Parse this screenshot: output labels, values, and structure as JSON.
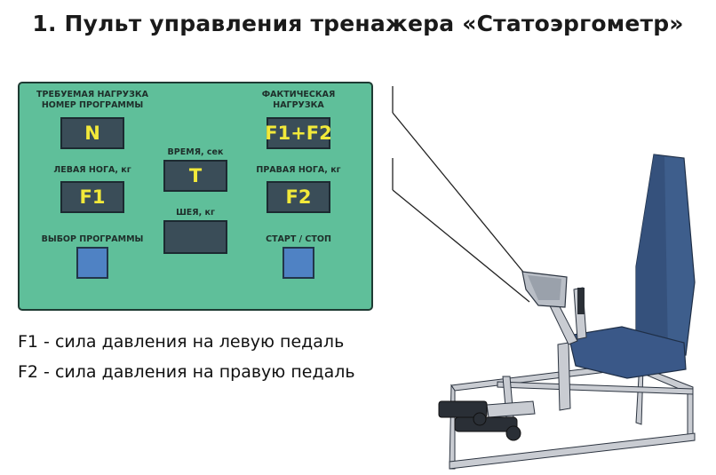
{
  "title": "1. Пульт управления тренажера «Статоэргометр»",
  "panel": {
    "label_required_load": "ТРЕБУЕМАЯ НАГРУЗКА",
    "label_program_number": "НОМЕР ПРОГРАММЫ",
    "display_n": "N",
    "label_actual": "ФАКТИЧЕСКАЯ",
    "label_load": "НАГРУЗКА",
    "display_f1f2": "F1+F2",
    "label_time": "ВРЕМЯ, сек",
    "display_t": "T",
    "label_left_leg": "ЛЕВАЯ НОГА, кг",
    "display_f1": "F1",
    "label_right_leg": "ПРАВАЯ НОГА, кг",
    "display_f2": "F2",
    "label_neck": "ШЕЯ, кг",
    "display_neck": "",
    "label_program_select": "ВЫБОР ПРОГРАММЫ",
    "label_start_stop": "СТАРТ / СТОП"
  },
  "legend": {
    "f1": "F1 - сила давления на левую педаль",
    "f2": "F2 - сила давления на правую педаль"
  },
  "colors": {
    "panel": "#5fbf9a",
    "display": "#3a4d58",
    "display_text": "#f2e93a",
    "button": "#4f82c4",
    "machine_body": "#3e5e8c"
  }
}
